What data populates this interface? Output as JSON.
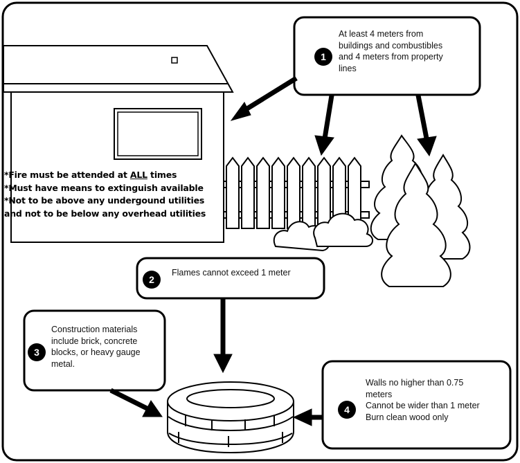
{
  "colors": {
    "ink": "#000000",
    "paper": "#ffffff"
  },
  "notes": {
    "line1_prefix": "*Fire must be attended at ",
    "line1_emph": "ALL",
    "line1_suffix": " times",
    "line2": "*Must have means to extinguish available",
    "line3": "*Not to be above any undergound utilities",
    "line4": "and not to be below any overhead utilities"
  },
  "callouts": [
    {
      "number": "1",
      "lines": [
        "At least 4 meters from",
        "buildings and combustibles",
        "and 4 meters from property",
        "lines"
      ]
    },
    {
      "number": "2",
      "lines": [
        "Flames cannot exceed 1 meter"
      ]
    },
    {
      "number": "3",
      "lines": [
        "Construction materials",
        "include brick, concrete",
        "blocks, or heavy gauge",
        "metal."
      ]
    },
    {
      "number": "4",
      "lines": [
        "Walls no higher than 0.75",
        "meters",
        "Cannot be wider than 1 meter",
        "Burn clean wood only"
      ]
    }
  ]
}
